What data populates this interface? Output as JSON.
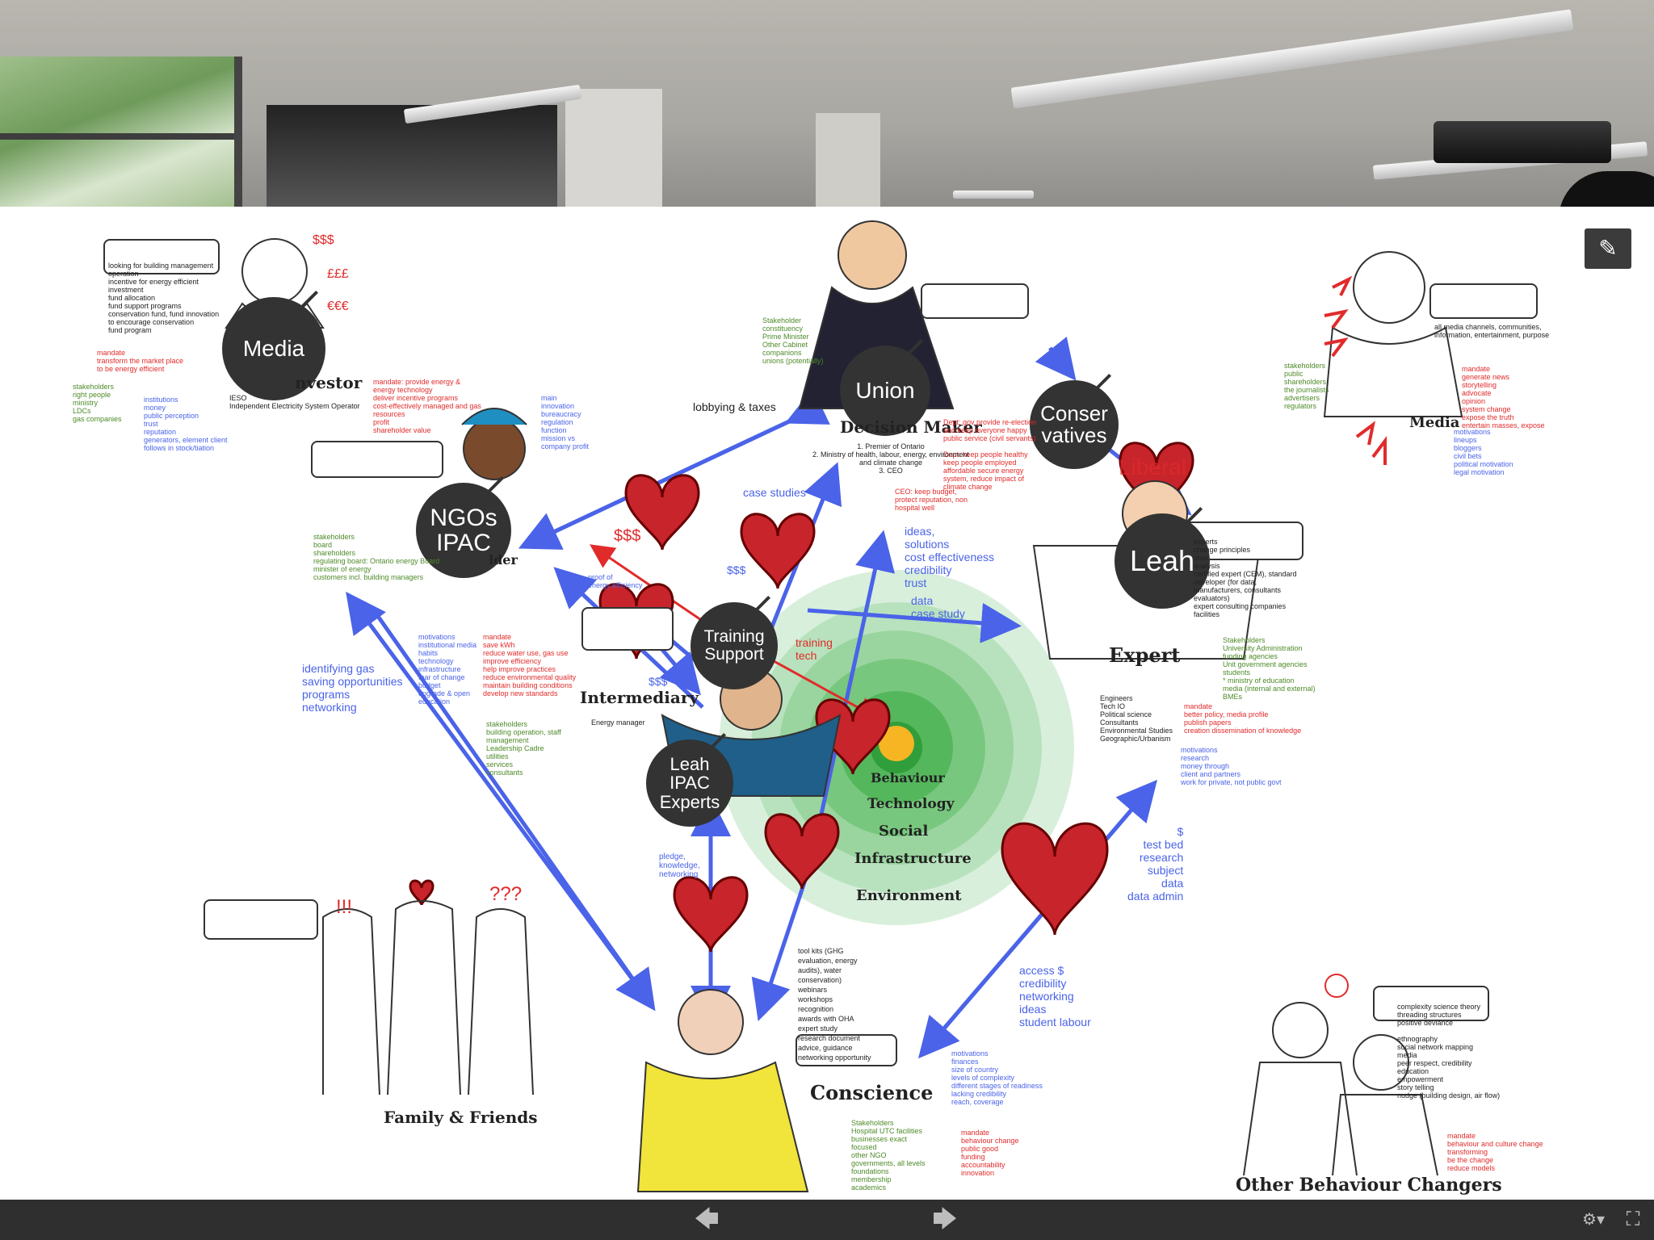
{
  "toolbar": {
    "edit_icon": "pencil-icon",
    "prev_icon": "arrow-left-icon",
    "next_icon": "arrow-right-icon",
    "prev_label": "🡄",
    "next_label": "🡆",
    "edit_label": "✎",
    "settings_label": "⚙▾",
    "fullscreen_label": "⛶"
  },
  "bombs": {
    "media": "Media",
    "union": "Union",
    "conservatives": "Conser\nvatives",
    "ngos": "NGOs\nIPAC",
    "leah": "Leah",
    "training": "Training\nSupport",
    "leah_experts": "Leah\nIPAC\nExperts"
  },
  "roles": {
    "investor": "nvestor",
    "decision_maker": "Decision Maker",
    "builder": "lder",
    "media_right": "Media",
    "expert": "Expert",
    "intermediary": "Intermediary",
    "conscience": "Conscience",
    "family": "Family & Friends",
    "other": "Other Behaviour Changers",
    "liberal": "Liberal"
  },
  "circle_rings": [
    "Behaviour",
    "Technology",
    "Social",
    "Infrastructure",
    "Environment"
  ],
  "labels": {
    "lobbying": "lobbying & taxes",
    "case_studies": "case studies",
    "sss_red": "$$$",
    "sss_blue1": "$$$",
    "sss_blue2": "$$$",
    "ideas": "ideas,\nsolutions\ncost effectiveness\ncredibility\ntrust",
    "data_case": "data\ncase study",
    "training_tech": "training\ntech",
    "identifying": "identifying gas\nsaving opportunities\nprograms\nnetworking",
    "test_bed": "$\ntest bed\nresearch\nsubject\ndata\ndata admin",
    "access": "access $\ncredibility\nnetworking\nideas\nstudent labour",
    "pledge": "pledge,\nknowledge,\nnetworking",
    "tool_kits": "tool kits (GHG\nevaluation, energy\naudits), water\nconservation)\nwebinars\nworkshops\nrecognition\nawards with OHA\nexpert study\nresearch document\nadvice, guidance\nnetworking opportunity",
    "proof": "proof of\nenergy efficiency",
    "exclaim": "!!!",
    "question": "???",
    "ddd": "$$$",
    "eee": "£££",
    "euro": "€€€"
  },
  "small_notes": {
    "investor_note": "looking for building management\noperation\nincentive for energy efficient\ninvestment\nfund allocation\nfund support programs\nconservation fund, fund innovation\nto encourage conservation\nfund program",
    "investor_red": "mandate\ntransform the market place\nto be energy efficient",
    "investor_green": "stakeholders\nright people\nministry\nLDCs\ngas companies",
    "investor_blue": "institutions\nmoney\npublic perception\ntrust\nreputation\ngenerators, element client\nfollows in stock/tiation",
    "ieso": "IESO\nIndependent Electricity System Operator",
    "builder_red": "mandate: provide energy &\nenergy technology\ndeliver incentive programs\ncost-effectively managed and gas\nresources\nprofit\nshareholder value",
    "builder_blue": "main\ninnovation\nbureaucracy\nregulation\nfunction\nmission vs\ncompany profit",
    "builder_green": "stakeholders\nboard\nshareholders\nregulating board: Ontario energy Board\nminister of energy\ncustomers incl. building managers",
    "decision_green": "Stakeholder\nconstituency\nPrime Minister\nOther Cabinet\ncompanions\nunions (potentially)",
    "decision_red": "Dept: gov provide re-election\nand keep everyone happy\npublic service (civil servants)\n\nDept: keep people healthy\nkeep people employed\naffordable secure energy\nsystem, reduce impact of\nclimate change",
    "decision_red2": "CEO: keep budget,\nprotect reputation, non\nhospital well",
    "decision_dark": "1. Premier of Ontario\n2. Ministry of health, labour, energy, environment\nand climate change\n3. CEO",
    "expert_dark": "experts\nchange principles\ndata\nanalysis\ncertified expert (CEM), standard\ndeveloper (for data,\nmanufacturers, consultants\nevaluators)\nexpert consulting companies\nfacilities",
    "expert_green": "Stakeholders\nUniversity Administration\nfunding agencies\nUnit government agencies\nstudents\n* ministry of education\nmedia (internal and external)\nBMEs",
    "expert_red": "mandate\nbetter policy, media profile\npublish papers\ncreation dissemination of knowledge",
    "expert_blue": "motivations\nresearch\nmoney through\nclient and partners\nwork for private, not public govt",
    "engineers": "Engineers\nTech IO\nPolitical science\nConsultants\nEnvironmental Studies\nGeographic/Urbanism",
    "intermediary_blue": "motivations\ninstitutional media\nhabits\ntechnology\ninfrastructure\nfear of change\nbudget\nupgrade & open\neducation",
    "intermediary_red": "mandate\nsave kWh\nreduce water use, gas use\nimprove efficiency\nhelp improve practices\nreduce environmental quality\nmaintain building conditions\ndevelop new standards",
    "intermediary_green": "stakeholders\nbuilding operation, staff\nmanagement\nLeadership Cadre\nutilities\nservices\nconsultants",
    "energy_manager": "Energy manager",
    "conscience_green": "Stakeholders\nHospital UTC facilities\nbusinesses exact\nfocused\nother NGO\ngovernments, all levels\nfoundations\nmembership\nacademics",
    "conscience_blue": "motivations\nfinances\nsize of country\nlevels of complexity\ndifferent stages of readiness\nlacking credibility\nreach, coverage",
    "conscience_red": "mandate\nbehaviour change\npublic good\nfunding\naccountability\ninnovation",
    "other_note": "complexity science theory\nthreading structures\npositive deviance\n\nethnography\nsocial network mapping\nmedia\npeer respect, credibility\neducation\nempowerment\nstory telling\nnudge (building design, air flow)",
    "other_red": "mandate\nbehaviour and culture change\ntransforming\nbe the change\nreduce models",
    "media_note": "all media channels, communities,\ninformation, entertainment, purpose",
    "media_green": "stakeholders\npublic\nshareholders\nthe journalists\nadvertisers\nregulators",
    "media_red": "mandate\ngenerate news\nstorytelling\nadvocate\nopinion\nsystem change\nexpose the truth\nentertain masses, expose",
    "media_blue": "motivations\nlineups\nbloggers\ncivil bets\npolitical motivation\nlegal motivation"
  }
}
